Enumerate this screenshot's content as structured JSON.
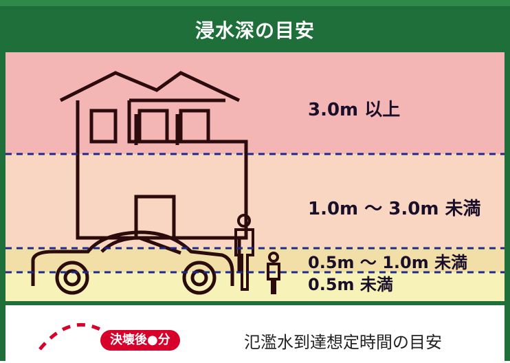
{
  "title": "浸水深の目安",
  "levels": [
    {
      "label": "3.0m 以上",
      "color": "#f4b6b4"
    },
    {
      "label": "1.0m ～ 3.0m 未満",
      "color": "#f9d6c1"
    },
    {
      "label": "0.5m ～ 1.0m 未満",
      "color": "#f2dfa8"
    },
    {
      "label": "0.5m 未満",
      "color": "#f7f2b8"
    }
  ],
  "legend": {
    "badge": "決壊後●分",
    "text": "氾濫水到達想定時間の目安"
  },
  "colors": {
    "frame": "#1f6f3a",
    "dashed_line": "#1c2a8a",
    "dashed_arrow": "#d7002a"
  }
}
